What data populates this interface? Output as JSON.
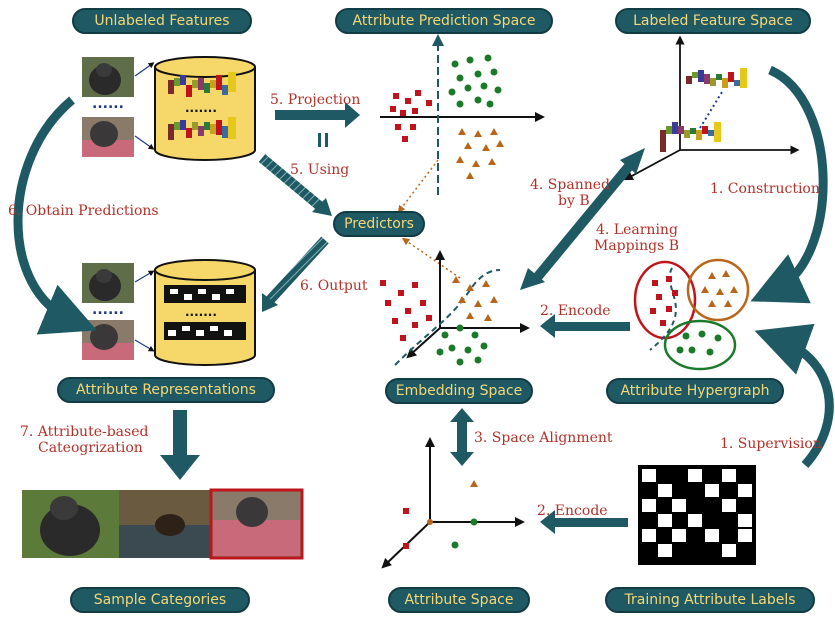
{
  "titles": {
    "unlabeled_features": "Unlabeled Features",
    "attribute_prediction_space": "Attribute Prediction Space",
    "labeled_feature_space": "Labeled Feature Space",
    "predictors": "Predictors",
    "attribute_representations": "Attribute Representations",
    "embedding_space": "Embedding Space",
    "attribute_hypergraph": "Attribute Hypergraph",
    "sample_categories": "Sample Categories",
    "attribute_space": "Attribute Space",
    "training_attribute_labels": "Training Attribute Labels"
  },
  "steps": {
    "projection": "5. Projection",
    "using": "5. Using",
    "equals": "=",
    "obtain_predictions": "6. Obtain Predictions",
    "output": "6. Output",
    "spanned_line1": "4. Spanned",
    "spanned_line2": "by B",
    "learning_line1": "4. Learning",
    "learning_line2": "Mappings B",
    "construction": "1. Construction",
    "encode_top": "2. Encode",
    "encode_bottom": "2. Encode",
    "space_alignment": "3. Space Alignment",
    "supervision": "1. Supervision",
    "categorization_line1": "7. Attribute-based",
    "categorization_line2": "Cateogrization"
  },
  "ellipsis": "......",
  "colors": {
    "pill_bg": "#1f5a64",
    "pill_text": "#f3d777",
    "label_red": "#b0322a",
    "arrow_teal": "#1f5a64",
    "db_yellow": "#f6d86a",
    "dot_red": "#c0141c",
    "dot_green": "#1a7a2a",
    "tri_orange": "#b8661a"
  },
  "icons": [
    "gorilla-photo",
    "database-icon",
    "scatter-plot",
    "hypergraph",
    "binary-matrix"
  ]
}
